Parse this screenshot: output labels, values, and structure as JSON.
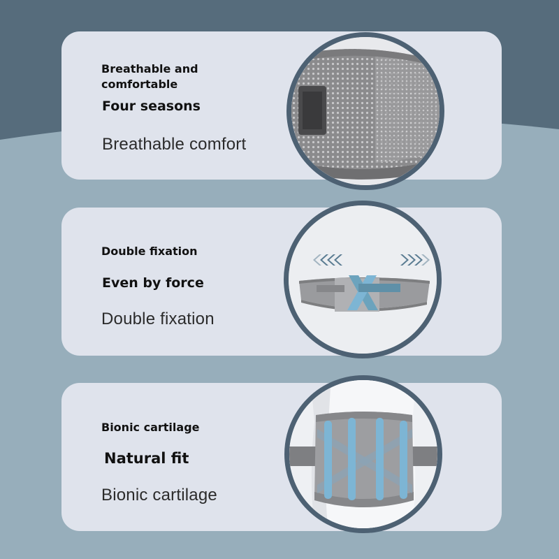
{
  "colors": {
    "background_top": "#566c7c",
    "background_bottom": "#97aebb",
    "card": "#dfe3ec",
    "circle_border": "#4d6173",
    "support_blue": "#7db5d4"
  },
  "features": [
    {
      "title": "Breathable and comfortable",
      "subtitle": "Four seasons",
      "caption": "Breathable comfort",
      "image_icon": "mesh-fabric-closeup-icon"
    },
    {
      "title": "Double fixation",
      "subtitle": "Even by force",
      "caption": "Double fixation",
      "image_icon": "waist-belt-stretch-icon"
    },
    {
      "title": "Bionic cartilage",
      "subtitle": "Natural fit",
      "caption": "Bionic cartilage",
      "image_icon": "belt-on-mannequin-icon"
    }
  ]
}
